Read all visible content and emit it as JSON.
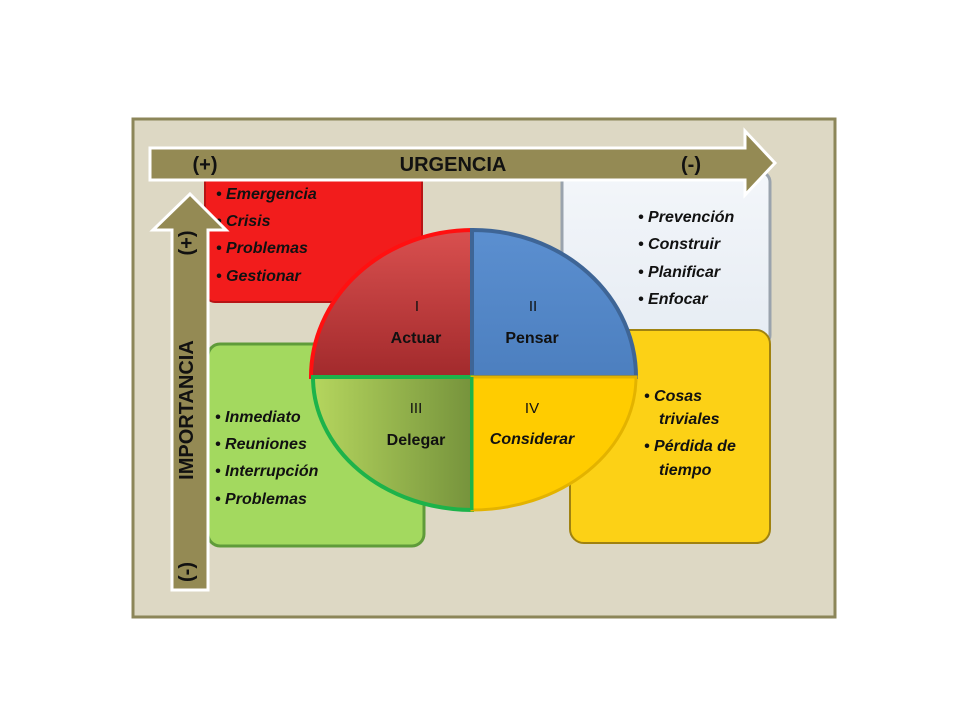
{
  "axes": {
    "horizontal": {
      "title": "URGENCIA",
      "plus": "(+)",
      "minus": "(-)"
    },
    "vertical": {
      "title": "IMPORTANCIA",
      "plus": "(+)",
      "minus": "(-)"
    }
  },
  "quadrants": [
    {
      "numeral": "I",
      "action": "Actuar",
      "color": "#c0393b",
      "items": [
        "Emergencia",
        "Crisis",
        "Problemas",
        "Gestionar"
      ]
    },
    {
      "numeral": "II",
      "action": "Pensar",
      "color": "#4f81bd",
      "items": [
        "Prevención",
        "Construir",
        "Planificar",
        "Enfocar"
      ]
    },
    {
      "numeral": "III",
      "action": "Delegar",
      "color": "#9bbb59",
      "items": [
        "Inmediato",
        "Reuniones",
        "Interrupción",
        "Problemas"
      ]
    },
    {
      "numeral": "IV",
      "action": "Considerar",
      "color": "#ffcc00",
      "items": [
        "Cosas",
        "triviales",
        "Pérdida de",
        "tiempo"
      ]
    }
  ],
  "colors": {
    "panel": "#ddd8c4",
    "arrow": "#948a54"
  }
}
